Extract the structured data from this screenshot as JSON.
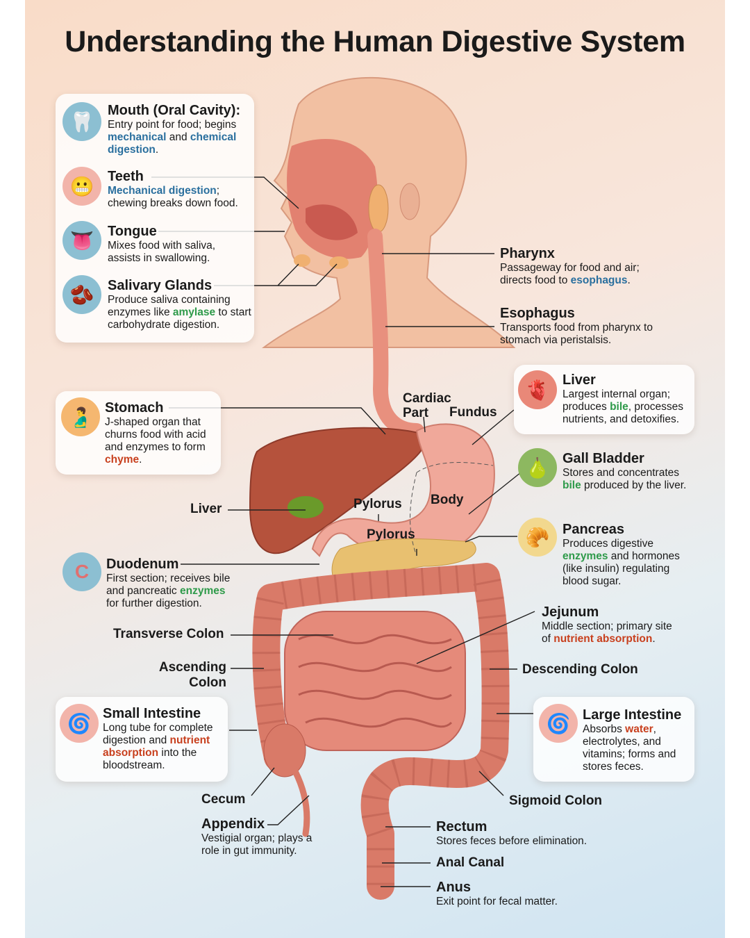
{
  "title": "Understanding the Human Digestive System",
  "colors": {
    "blue": "#2a6f9e",
    "green": "#2e9a4a",
    "red": "#c8401e"
  },
  "labels": {
    "mouth": {
      "title": "Mouth (Oral Cavity):",
      "icon": "tooth-icon",
      "desc": [
        {
          "t": "Entry point for food; begins "
        },
        {
          "t": "mechanical",
          "c": "blue"
        },
        {
          "t": " and "
        },
        {
          "t": "chemical digestion",
          "c": "blue"
        },
        {
          "t": "."
        }
      ]
    },
    "teeth": {
      "title": "Teeth",
      "icon": "teeth-icon",
      "desc": [
        {
          "t": "Mechanical digestion",
          "c": "blue"
        },
        {
          "t": "; chewing breaks down food."
        }
      ]
    },
    "tongue": {
      "title": "Tongue",
      "icon": "tongue-icon",
      "desc": [
        {
          "t": "Mixes food with saliva, assists in swallowing."
        }
      ]
    },
    "salivary": {
      "title": "Salivary Glands",
      "icon": "salivary-glands-icon",
      "desc": [
        {
          "t": "Produce saliva containing enzymes like "
        },
        {
          "t": "amylase",
          "c": "green"
        },
        {
          "t": " to start carbohydrate digestion."
        }
      ]
    },
    "stomach": {
      "title": "Stomach",
      "icon": "stomach-icon",
      "desc": [
        {
          "t": "J-shaped organ that churns food with acid and enzymes to form "
        },
        {
          "t": "chyme",
          "c": "red"
        },
        {
          "t": "."
        }
      ]
    },
    "duodenum": {
      "title": "Duodenum",
      "icon": "duodenum-icon",
      "desc": [
        {
          "t": "First section; receives bile and pancreatic "
        },
        {
          "t": "enzymes",
          "c": "green"
        },
        {
          "t": " for further digestion."
        }
      ]
    },
    "small_intestine": {
      "title": "Small Intestine",
      "icon": "small-intestine-icon",
      "desc": [
        {
          "t": "Long tube for complete digestion and "
        },
        {
          "t": "nutrient absorption",
          "c": "red"
        },
        {
          "t": " into the bloodstream."
        }
      ]
    },
    "pharynx": {
      "title": "Pharynx",
      "desc": [
        {
          "t": "Passageway for food and air; directs food to "
        },
        {
          "t": "esophagus",
          "c": "blue"
        },
        {
          "t": "."
        }
      ]
    },
    "esophagus": {
      "title": "Esophagus",
      "desc": [
        {
          "t": "Transports food from pharynx to stomach via peristalsis."
        }
      ]
    },
    "liver": {
      "title": "Liver",
      "icon": "liver-icon",
      "desc": [
        {
          "t": "Largest internal organ; produces "
        },
        {
          "t": "bile",
          "c": "green"
        },
        {
          "t": ", processes nutrients, and detoxifies."
        }
      ]
    },
    "gall_bladder": {
      "title": "Gall Bladder",
      "icon": "gall-bladder-icon",
      "desc": [
        {
          "t": "Stores and concentrates "
        },
        {
          "t": "bile",
          "c": "green"
        },
        {
          "t": " produced by the liver."
        }
      ]
    },
    "pancreas": {
      "title": "Pancreas",
      "icon": "pancreas-icon",
      "desc": [
        {
          "t": "Produces digestive "
        },
        {
          "t": "enzymes",
          "c": "green"
        },
        {
          "t": " and hormones (like insulin) regulating blood sugar."
        }
      ]
    },
    "jejunum": {
      "title": "Jejunum",
      "desc": [
        {
          "t": "Middle section; primary site of "
        },
        {
          "t": "nutrient absorption",
          "c": "red"
        },
        {
          "t": "."
        }
      ]
    },
    "large_intestine": {
      "title": "Large Intestine",
      "icon": "large-intestine-icon",
      "desc": [
        {
          "t": "Absorbs "
        },
        {
          "t": "water",
          "c": "red"
        },
        {
          "t": ", electrolytes, and vitamins; forms and stores feces."
        }
      ]
    },
    "appendix": {
      "title": "Appendix",
      "desc": [
        {
          "t": "Vestigial organ; plays a role in gut immunity."
        }
      ]
    },
    "rectum": {
      "title": "Rectum",
      "desc": [
        {
          "t": "Stores feces before elimination."
        }
      ]
    },
    "anus": {
      "title": "Anus",
      "desc": [
        {
          "t": "Exit point for fecal matter."
        }
      ]
    }
  },
  "tags": {
    "cardiac_part": "Cardiac Part",
    "fundus": "Fundus",
    "body": "Body",
    "pylorus_1": "Pylorus",
    "pylorus_2": "Pylorus",
    "liver": "Liver",
    "transverse_colon": "Transverse Colon",
    "ascending_colon": "Ascending Colon",
    "descending_colon": "Descending Colon",
    "cecum": "Cecum",
    "sigmoid_colon": "Sigmoid Colon",
    "anal_canal": "Anal Canal"
  }
}
